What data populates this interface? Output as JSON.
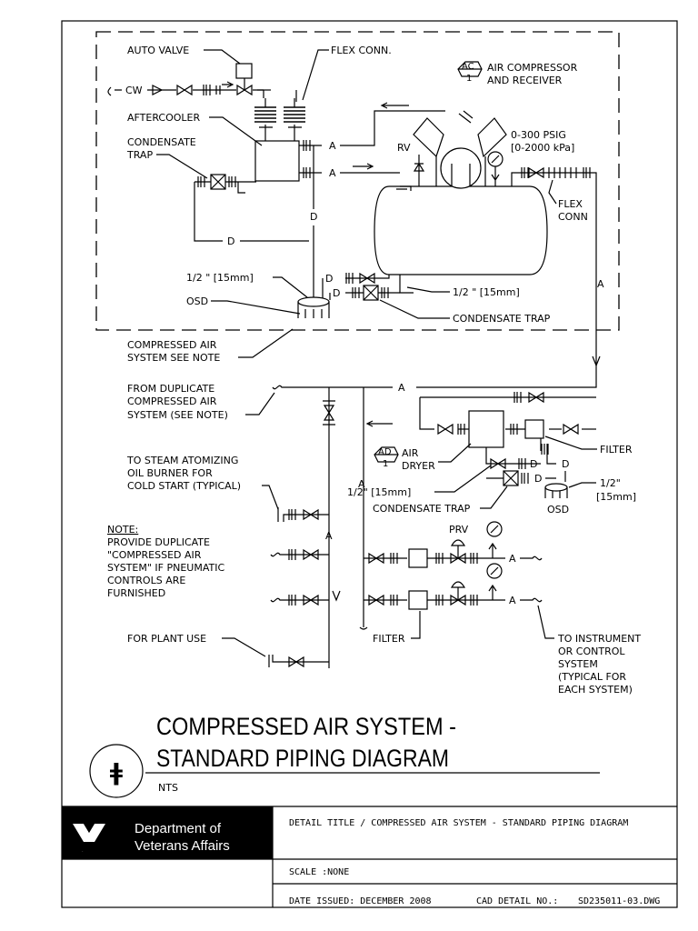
{
  "labels": {
    "auto_valve": "AUTO VALVE",
    "flex_conn": "FLEX CONN.",
    "ac_tag": "AC",
    "ac_num": "1",
    "air_compressor": "AIR COMPRESSOR",
    "and_receiver": "AND RECEIVER",
    "cw": "CW",
    "aftercooler": "AFTERCOOLER",
    "condensate": "CONDENSATE",
    "trap": "TRAP",
    "a": "A",
    "d": "D",
    "rv": "RV",
    "psig": "0-300 PSIG",
    "kpa": "[0-2000 kPa]",
    "flex": "FLEX",
    "conn": "CONN",
    "half_inch_1": "1/2 \" [15mm]",
    "osd": "OSD",
    "half_inch_2": "1/2 \" [15mm]",
    "condensate_trap": "CONDENSATE TRAP",
    "cas_see_note_1": "COMPRESSED AIR",
    "cas_see_note_2": "SYSTEM SEE NOTE",
    "from_dup_1": "FROM DUPLICATE",
    "from_dup_2": "COMPRESSED AIR",
    "from_dup_3": "SYSTEM (SEE NOTE)",
    "ad_tag": "AD",
    "ad_num": "1",
    "air": "AIR",
    "dryer": "DRYER",
    "filter": "FILTER",
    "half_inch_3": "1/2\" [15mm]",
    "condensate_trap_2": "CONDENSATE TRAP",
    "osd_2": "OSD",
    "half_inch_4a": "1/2\"",
    "half_inch_4b": "[15mm]",
    "steam_1": "TO STEAM ATOMIZING",
    "steam_2": "OIL BURNER FOR",
    "steam_3": "COLD START (TYPICAL)",
    "note_title": "NOTE:",
    "note_1": "PROVIDE DUPLICATE",
    "note_2": "\"COMPRESSED AIR",
    "note_3": "SYSTEM\" IF PNEUMATIC",
    "note_4": "CONTROLS ARE",
    "note_5": "FURNISHED",
    "prv": "PRV",
    "plant_use": "FOR PLANT USE",
    "filter_2": "FILTER",
    "instr_1": "TO INSTRUMENT",
    "instr_2": "OR CONTROL",
    "instr_3": "SYSTEM",
    "instr_4": "(TYPICAL FOR",
    "instr_5": "EACH SYSTEM)"
  },
  "title": {
    "line1": "COMPRESSED AIR SYSTEM -",
    "line2": "STANDARD PIPING DIAGRAM",
    "scale_note": "NTS",
    "symbol": "ǂ"
  },
  "title_block": {
    "logo_text": "VA",
    "dept_line1": "Department of",
    "dept_line2": "Veterans Affairs",
    "detail_title": "DETAIL TITLE / COMPRESSED AIR SYSTEM - STANDARD PIPING DIAGRAM",
    "scale": "SCALE :NONE",
    "date_issued": "DATE ISSUED: DECEMBER 2008",
    "cad_label": "CAD DETAIL NO.:",
    "cad_no": "SD235011-03.DWG"
  }
}
